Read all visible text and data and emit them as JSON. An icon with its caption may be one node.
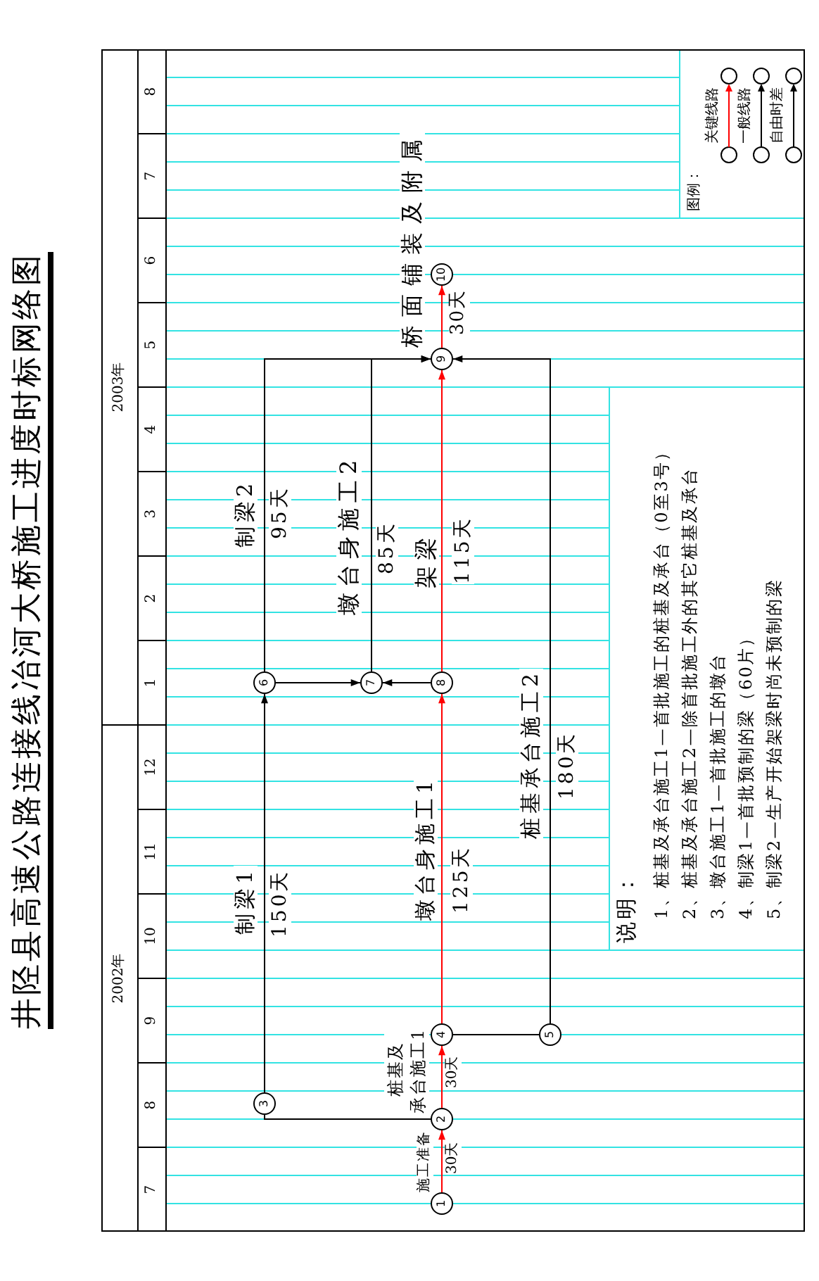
{
  "diagram": {
    "title": "井陉县高速公路连接线冶河大桥施工进度时标网络图",
    "nodes": [
      {
        "text": [
          "1"
        ]
      },
      {
        "text": [
          "2"
        ]
      },
      {
        "text": [
          "3"
        ]
      },
      {
        "text": [
          "4"
        ]
      },
      {
        "text": [
          "5"
        ]
      },
      {
        "text": [
          "6"
        ]
      },
      {
        "text": [
          "7"
        ]
      },
      {
        "text": [
          "8"
        ]
      },
      {
        "text": [
          "9"
        ]
      },
      {
        "text": [
          "10"
        ]
      }
    ],
    "edges": [
      {
        "from": 0,
        "to": 1,
        "arrow": "to",
        "label": "施工准备",
        "color": "#ff0000"
      },
      {
        "from": 1,
        "to": 3,
        "arrow": "to",
        "label": "桩基及承台施工1",
        "color": "#ff0000"
      },
      {
        "from": 1,
        "to": 2,
        "arrow": "none"
      },
      {
        "from": 2,
        "to": 5,
        "arrow": "to",
        "label": "制梁1"
      },
      {
        "from": 3,
        "to": 7,
        "arrow": "to",
        "label": "墩台身施工1",
        "color": "#ff0000"
      },
      {
        "from": 3,
        "to": 4,
        "arrow": "none"
      },
      {
        "from": 4,
        "to": 8,
        "arrow": "to",
        "label": "桩基承台施工2"
      },
      {
        "from": 5,
        "to": 6,
        "arrow": "to"
      },
      {
        "from": 7,
        "to": 6,
        "arrow": "to"
      },
      {
        "from": 5,
        "to": 8,
        "arrow": "to",
        "label": "制梁2"
      },
      {
        "from": 6,
        "to": 8,
        "arrow": "to",
        "label": "墩台身施工2"
      },
      {
        "from": 7,
        "to": 8,
        "arrow": "to",
        "label": "架梁",
        "color": "#ff0000"
      },
      {
        "from": 8,
        "to": 9,
        "arrow": "to",
        "label": "桥面铺装及附属",
        "color": "#ff0000"
      }
    ],
    "labels": [
      "2002年",
      "2003年",
      "7",
      "8",
      "9",
      "10",
      "11",
      "12",
      "1",
      "2",
      "3",
      "4",
      "5",
      "6",
      "7",
      "8",
      "30天",
      "30天",
      "150天",
      "125天",
      "180天",
      "95天",
      "85天",
      "115天",
      "30天",
      "说明：",
      "1、桩基及承台施工1—首批施工的桩基及承台（0至3号）",
      "2、桩基及承台施工2—除首批施工外的其它桩基及承台",
      "3、墩台施工1—首批施工的墩台",
      "4、制梁1—首批预制的梁（60片）",
      "5、制梁2—生产开始架梁时尚未预制的梁",
      "图例："
    ],
    "legend": [
      {
        "text": "关键线路"
      },
      {
        "text": "一般线路"
      },
      {
        "text": "自由时差"
      }
    ]
  }
}
